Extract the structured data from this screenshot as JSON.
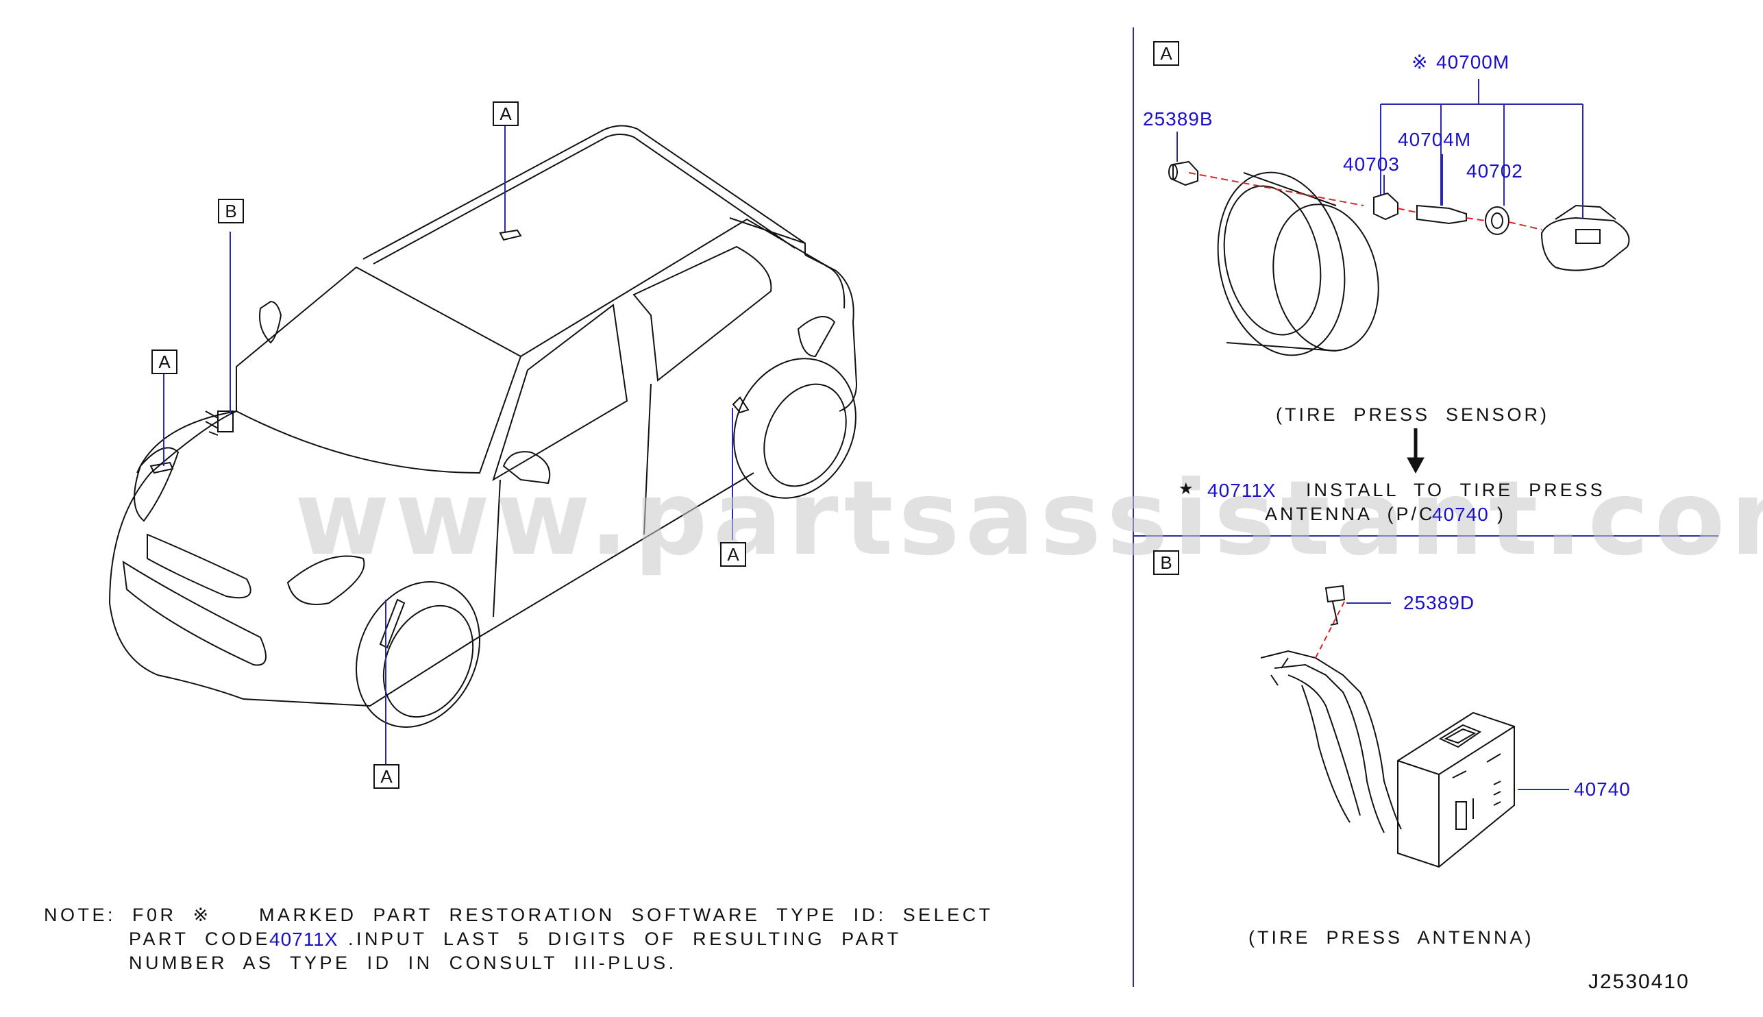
{
  "watermark": "www.partsassistant.com",
  "callouts": {
    "A": "A",
    "B": "B"
  },
  "parts": {
    "p_25389B": "25389B",
    "p_40700M": "40700M",
    "p_40700M_mark": "※",
    "p_40703": "40703",
    "p_40704M": "40704M",
    "p_40702": "40702",
    "p_25389D": "25389D",
    "p_40740": "40740"
  },
  "labels": {
    "tire_press_sensor": "(TIRE  PRESS  SENSOR)",
    "install_star": "★",
    "install_part": "40711X",
    "install_text1": "INSTALL  TO  TIRE  PRESS",
    "install_text2_a": "ANTENNA  (P/C",
    "install_text2_part": "40740",
    "install_text2_b": ")",
    "tire_press_antenna": "(TIRE  PRESS  ANTENNA)",
    "diagram_code": "J2530410"
  },
  "note": {
    "line1_a": "NOTE:  F0R  ※",
    "line1_b": "MARKED  PART  RESTORATION  SOFTWARE  TYPE  ID:  SELECT",
    "line2_a": "PART  CODE",
    "line2_part": "40711X",
    "line2_b": ".INPUT  LAST  5  DIGITS  OF  RESULTING  PART",
    "line3": "NUMBER  AS  TYPE  ID  IN  CONSULT  III-PLUS."
  },
  "colors": {
    "part_number": "#1a10c8",
    "leader": "#2a2aa8",
    "dashed_leader": "#e02020",
    "outline": "#111111",
    "watermark": "#c9c9c9"
  }
}
